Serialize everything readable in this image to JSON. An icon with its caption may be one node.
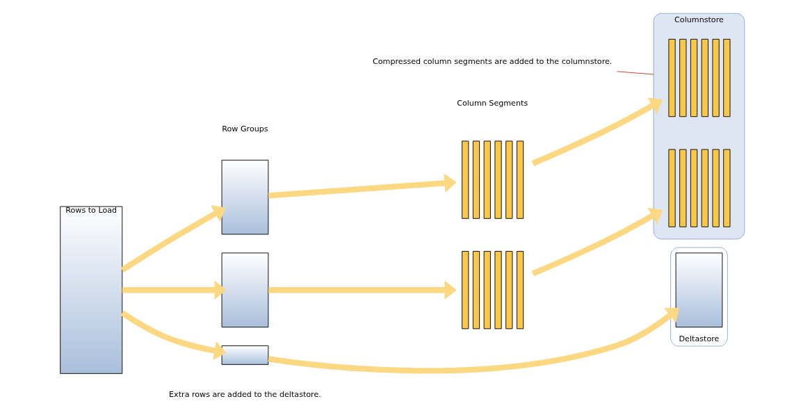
{
  "diagram": {
    "nodes": [
      {
        "text": [
          "Rows to Load"
        ]
      },
      {
        "text": [],
        "shape": "box"
      },
      {
        "text": [],
        "shape": "box"
      },
      {
        "text": [],
        "shape": "box",
        "beside": [
          "Extra rows are added to the deltastore."
        ]
      },
      {
        "text": [],
        "shape": "bar"
      },
      {
        "text": [],
        "shape": "bar"
      },
      {
        "text": [
          "Columnstore"
        ]
      },
      {
        "text": [],
        "shape": "bar",
        "in": 6
      },
      {
        "text": [],
        "shape": "bar",
        "in": 6
      },
      {
        "text": [
          "Deltastore"
        ]
      },
      {
        "text": [],
        "shape": "box",
        "in": 9
      },
      {
        "text": [
          "Compressed column segments are added to the columnstore."
        ]
      }
    ],
    "edges": [
      {
        "from": 0,
        "to": 1,
        "arrow": "to"
      },
      {
        "from": 0,
        "to": 2,
        "arrow": "to"
      },
      {
        "from": 0,
        "to": 3,
        "arrow": "to"
      },
      {
        "from": 1,
        "to": 4,
        "arrow": "to"
      },
      {
        "from": 2,
        "to": 5,
        "arrow": "to"
      },
      {
        "from": 4,
        "to": 7,
        "arrow": "to"
      },
      {
        "from": 5,
        "to": 8,
        "arrow": "to"
      },
      {
        "from": 3,
        "to": 10,
        "arrow": "to"
      },
      {
        "from": 11,
        "to": 6,
        "arrow": "none",
        "color": "#c0392b"
      }
    ],
    "labels": [
      "Row Groups",
      "Column Segments"
    ]
  }
}
